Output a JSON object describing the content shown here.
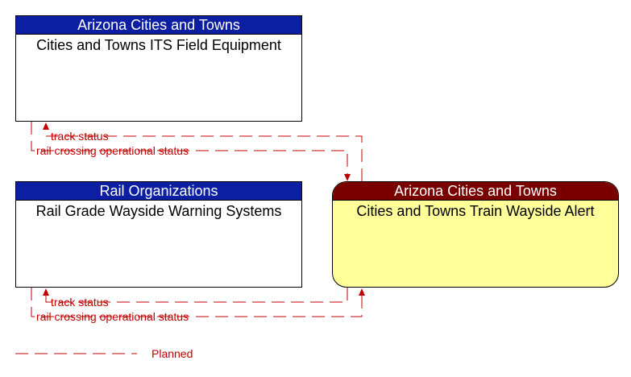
{
  "elements": {
    "field_equipment": {
      "owner": "Arizona Cities and Towns",
      "name": "Cities and Towns ITS Field Equipment"
    },
    "rail_wayside": {
      "owner": "Rail Organizations",
      "name": "Rail Grade Wayside Warning Systems"
    },
    "train_alert": {
      "owner": "Arizona Cities and Towns",
      "name": "Cities and Towns Train Wayside Alert"
    }
  },
  "flows": {
    "top_track": "track status",
    "top_crossing": "rail crossing operational status",
    "bottom_track": "track status",
    "bottom_crossing": "rail crossing operational status"
  },
  "legend": {
    "planned_label": "Planned"
  },
  "colors": {
    "blue_header": "#0c1fa3",
    "red_header": "#7a0000",
    "yellow_body": "#ffff99",
    "planned_line": "#c00000"
  }
}
